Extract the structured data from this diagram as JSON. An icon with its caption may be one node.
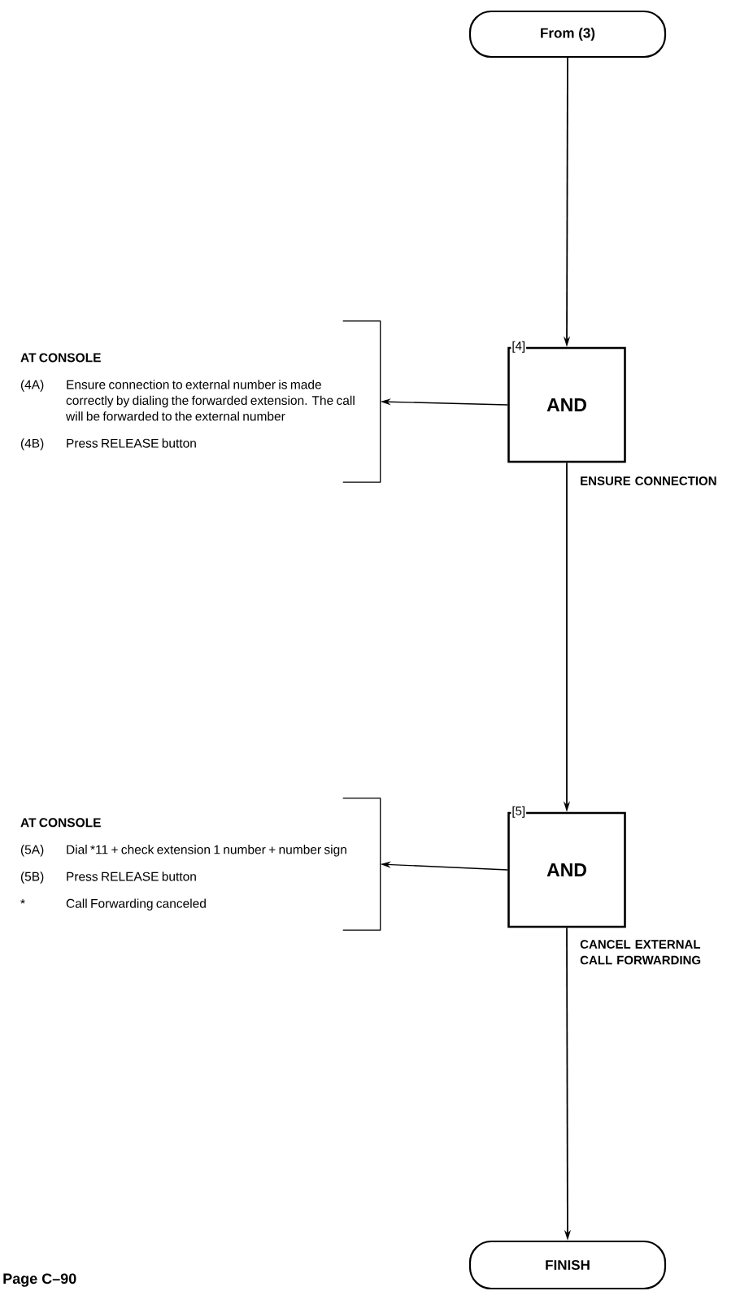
{
  "diagram": {
    "nodes": [
      {
        "text": [
          "From (3)"
        ]
      },
      {
        "text": [
          "[4]",
          "AND"
        ]
      },
      {
        "text": [
          "AT CONSOLE",
          "(4A)",
          "Ensure connection to external number is made correctly by dialing the forwarded extension. The call will be forwarded to the external number",
          "(4B)",
          "Press RELEASE button"
        ]
      },
      {
        "text": [
          "[5]",
          "AND"
        ]
      },
      {
        "text": [
          "AT CONSOLE",
          "(5A)",
          "Dial *11 + check extension 1 number + number sign",
          "(5B)",
          "Press RELEASE button",
          "*",
          "Call Forwarding canceled"
        ]
      },
      {
        "text": [
          "FINISH"
        ]
      }
    ],
    "edges": [
      {
        "from": 0,
        "to": 1,
        "arrow": "to"
      },
      {
        "from": 1,
        "to": 2,
        "arrow": "to"
      },
      {
        "from": 1,
        "to": 3,
        "arrow": "to",
        "label": "ENSURE CONNECTION"
      },
      {
        "from": 3,
        "to": 4,
        "arrow": "to"
      },
      {
        "from": 3,
        "to": 5,
        "arrow": "to",
        "label": "CANCEL EXTERNAL CALL FORWARDING"
      }
    ],
    "labels": [
      "Page C–90"
    ]
  }
}
